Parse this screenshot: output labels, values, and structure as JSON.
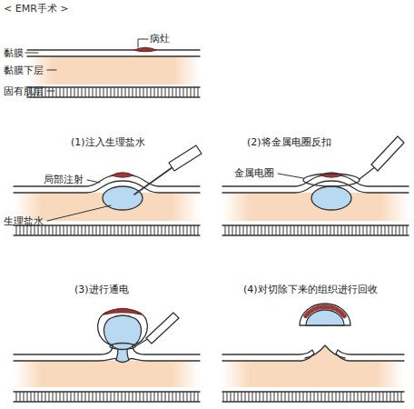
{
  "diagram": {
    "title": "< EMR手术 >",
    "labels": [
      "病灶",
      "黏膜",
      "黏膜下层",
      "固有肌层",
      "(1)注入生理盐水",
      "局部注射",
      "生理盐水",
      "(2)将金属电圈反扣",
      "金属电圈",
      "(3)进行通电",
      "(4)对切除下来的组织进行回收"
    ]
  }
}
